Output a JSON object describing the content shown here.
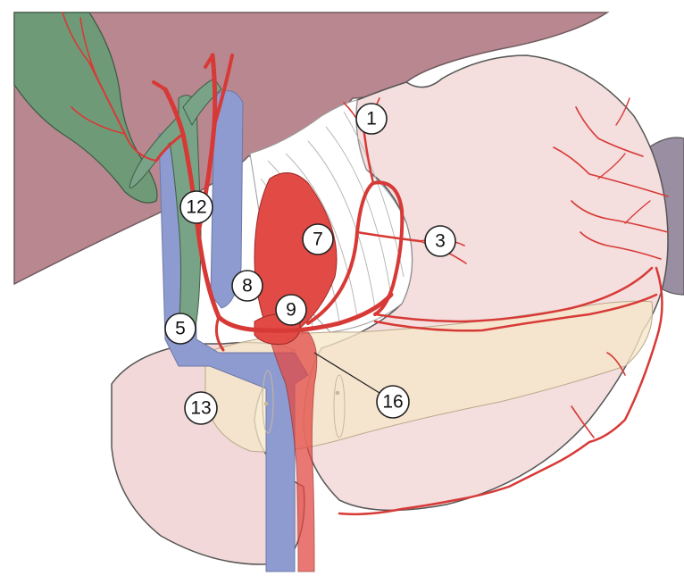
{
  "labels": [
    {
      "id": "l1",
      "text": "1"
    },
    {
      "id": "l3",
      "text": "3"
    },
    {
      "id": "l5",
      "text": "5"
    },
    {
      "id": "l7",
      "text": "7"
    },
    {
      "id": "l8",
      "text": "8"
    },
    {
      "id": "l9",
      "text": "9"
    },
    {
      "id": "l12",
      "text": "12"
    },
    {
      "id": "l13",
      "text": "13"
    },
    {
      "id": "l16",
      "text": "16"
    }
  ],
  "colors": {
    "liver": "#b9878f",
    "liver_outline": "#6e5a5e",
    "stomach": "#f4dede",
    "stomach_outline": "#555555",
    "pancreas": "#f6e7c9",
    "duodenum": "#f2d8d8",
    "fat": "#f3e6a6",
    "gallbladder": "#6f9a78",
    "bile_duct": "#79a386",
    "vein": "#8e9bd0",
    "artery": "#d73a36",
    "aorta": "#e24a45",
    "omentum": "#ffffff",
    "spleen": "#9a8ea2"
  }
}
